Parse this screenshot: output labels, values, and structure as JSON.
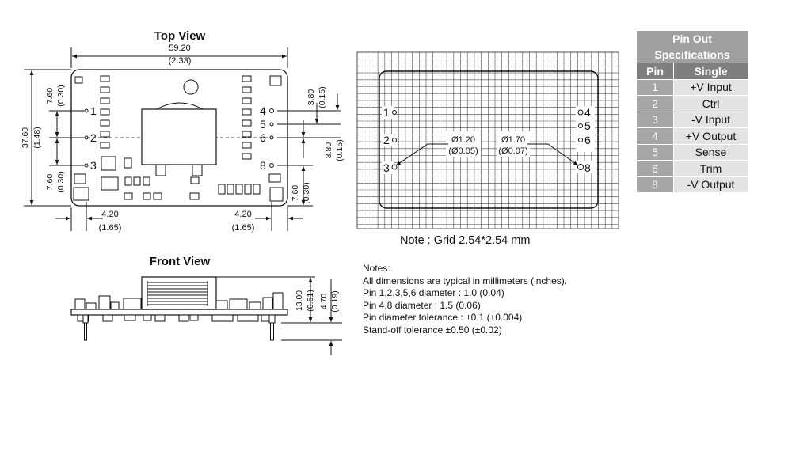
{
  "top_view": {
    "title": "Top View",
    "width_mm": "59.20",
    "width_in": "(2.33)",
    "height_mm": "37.60",
    "height_in": "(1.48)",
    "left_offset_top_mm": "7.60",
    "left_offset_top_in": "(0.30)",
    "left_offset_bottom_mm": "7.60",
    "left_offset_bottom_in": "(0.30)",
    "right_top_mm": "3.80",
    "right_top_in": "(0.15)",
    "right_mid_mm": "3.80",
    "right_mid_in": "(0.15)",
    "right_bottom_mm": "7.60",
    "right_bottom_in": "(0.30)",
    "bottom_left_mm": "4.20",
    "bottom_left_in": "(1.65)",
    "bottom_right_mm": "4.20",
    "bottom_right_in": "(1.65)",
    "pin_labels": [
      "1",
      "2",
      "3",
      "4",
      "5",
      "6",
      "8"
    ]
  },
  "grid_view": {
    "pin_labels": [
      "1",
      "2",
      "3",
      "4",
      "5",
      "6",
      "8"
    ],
    "dia_small_mm": "Ø1.20",
    "dia_small_in": "(Ø0.05)",
    "dia_large_mm": "Ø1.70",
    "dia_large_in": "(Ø0.07)",
    "note": "Note : Grid 2.54*2.54 mm"
  },
  "front_view": {
    "title": "Front View",
    "height_mm": "13.00",
    "height_in": "(0.51)",
    "pin_mm": "4.70",
    "pin_in": "(0.19)"
  },
  "notes": {
    "heading": "Notes:",
    "lines": [
      "All dimensions are typical in millimeters (inches).",
      "Pin 1,2,3,5,6 diameter : 1.0 (0.04)",
      "Pin 4,8 diameter : 1.5 (0.06)",
      "Pin diameter tolerance : ±0.1 (±0.004)",
      "Stand-off tolerance ±0.50 (±0.02)"
    ]
  },
  "pin_table": {
    "title_line1": "Pin Out",
    "title_line2": "Specifications",
    "col_pin": "Pin",
    "col_func": "Single",
    "rows": [
      {
        "pin": "1",
        "func": "+V Input"
      },
      {
        "pin": "2",
        "func": "Ctrl"
      },
      {
        "pin": "3",
        "func": "-V Input"
      },
      {
        "pin": "4",
        "func": "+V Output"
      },
      {
        "pin": "5",
        "func": "Sense"
      },
      {
        "pin": "6",
        "func": "Trim"
      },
      {
        "pin": "8",
        "func": "-V Output"
      }
    ],
    "colors": {
      "title_bg": "#a0a0a0",
      "header_bg": "#7f7f7f",
      "pin_bg": "#a6a6a6",
      "func_bg": "#e3e3e3"
    }
  }
}
